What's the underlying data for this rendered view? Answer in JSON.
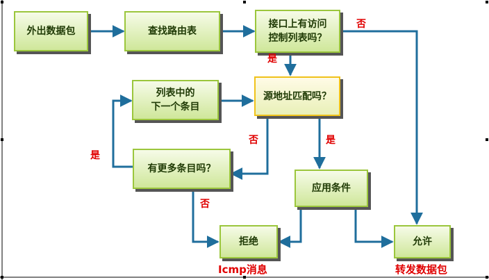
{
  "nodes": {
    "outbound_packet": "外出数据包",
    "lookup_routing_table": "查找路由表",
    "acl_check_line1": "接口上有访问",
    "acl_check_line2": "控制列表吗？",
    "source_match": "源地址匹配吗？",
    "next_entry_line1": "列表中的",
    "next_entry_line2": "下一个条目",
    "more_entries": "有更多条目吗？",
    "apply_condition": "应用条件",
    "deny": "拒绝",
    "permit": "允许"
  },
  "edge_labels": {
    "acl_no": "否",
    "acl_yes": "是",
    "match_no": "否",
    "match_yes": "是",
    "more_yes": "是",
    "more_no": "否"
  },
  "captions": {
    "deny_result": "Icmp消息",
    "permit_result": "转发数据包"
  },
  "colors": {
    "arrow": "#1f6e9c",
    "label_red": "#e00000",
    "box_border": "#9bc63c",
    "highlight_border": "#f0c21a"
  }
}
